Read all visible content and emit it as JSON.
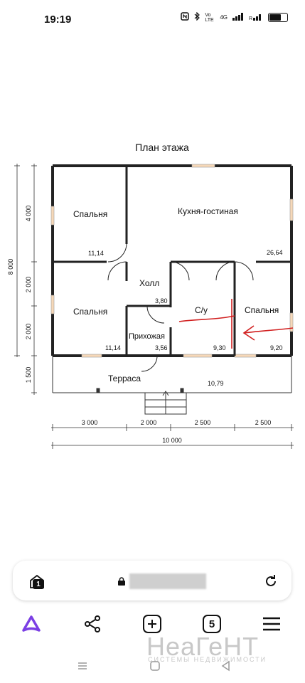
{
  "status_bar": {
    "time": "19:19",
    "network_label": "4G",
    "volte_label": "Vo LTE"
  },
  "floor_plan": {
    "title": "План этажа",
    "rooms": [
      {
        "name": "Спальня",
        "area": "11,14"
      },
      {
        "name": "Кухня-гостиная",
        "area": "26,64"
      },
      {
        "name": "Холл",
        "area": "3,80"
      },
      {
        "name": "Спальня",
        "area": "11,14"
      },
      {
        "name": "Прихожая",
        "area": "3,56"
      },
      {
        "name": "С/у",
        "area": "9,30"
      },
      {
        "name": "Спальня",
        "area": "9,20"
      },
      {
        "name": "Терраса",
        "area": "10,79"
      }
    ],
    "dims_bottom": [
      "3 000",
      "2 000",
      "2 500",
      "2 500"
    ],
    "dim_total": "10 000",
    "dims_left": [
      "4 000",
      "2 000",
      "2 000",
      "1 500"
    ],
    "dim_left_total": "8 000"
  },
  "browser": {
    "tabs_count": "1",
    "url": ""
  },
  "bottom_nav": {
    "open_tabs": "5"
  },
  "watermark": {
    "brand": "НеаГеНТ",
    "tagline": "СИСТЕМЫ НЕДВИЖИМОСТИ"
  },
  "icons": [
    "tabs-icon",
    "lock-icon",
    "reload-icon",
    "alice-icon",
    "share-icon",
    "new-tab-icon",
    "tabs-counter-icon",
    "menu-icon",
    "back-icon",
    "home-icon",
    "recents-icon"
  ],
  "colors": {
    "accent": "#7b3fe4",
    "annotation": "#d11f1f"
  }
}
